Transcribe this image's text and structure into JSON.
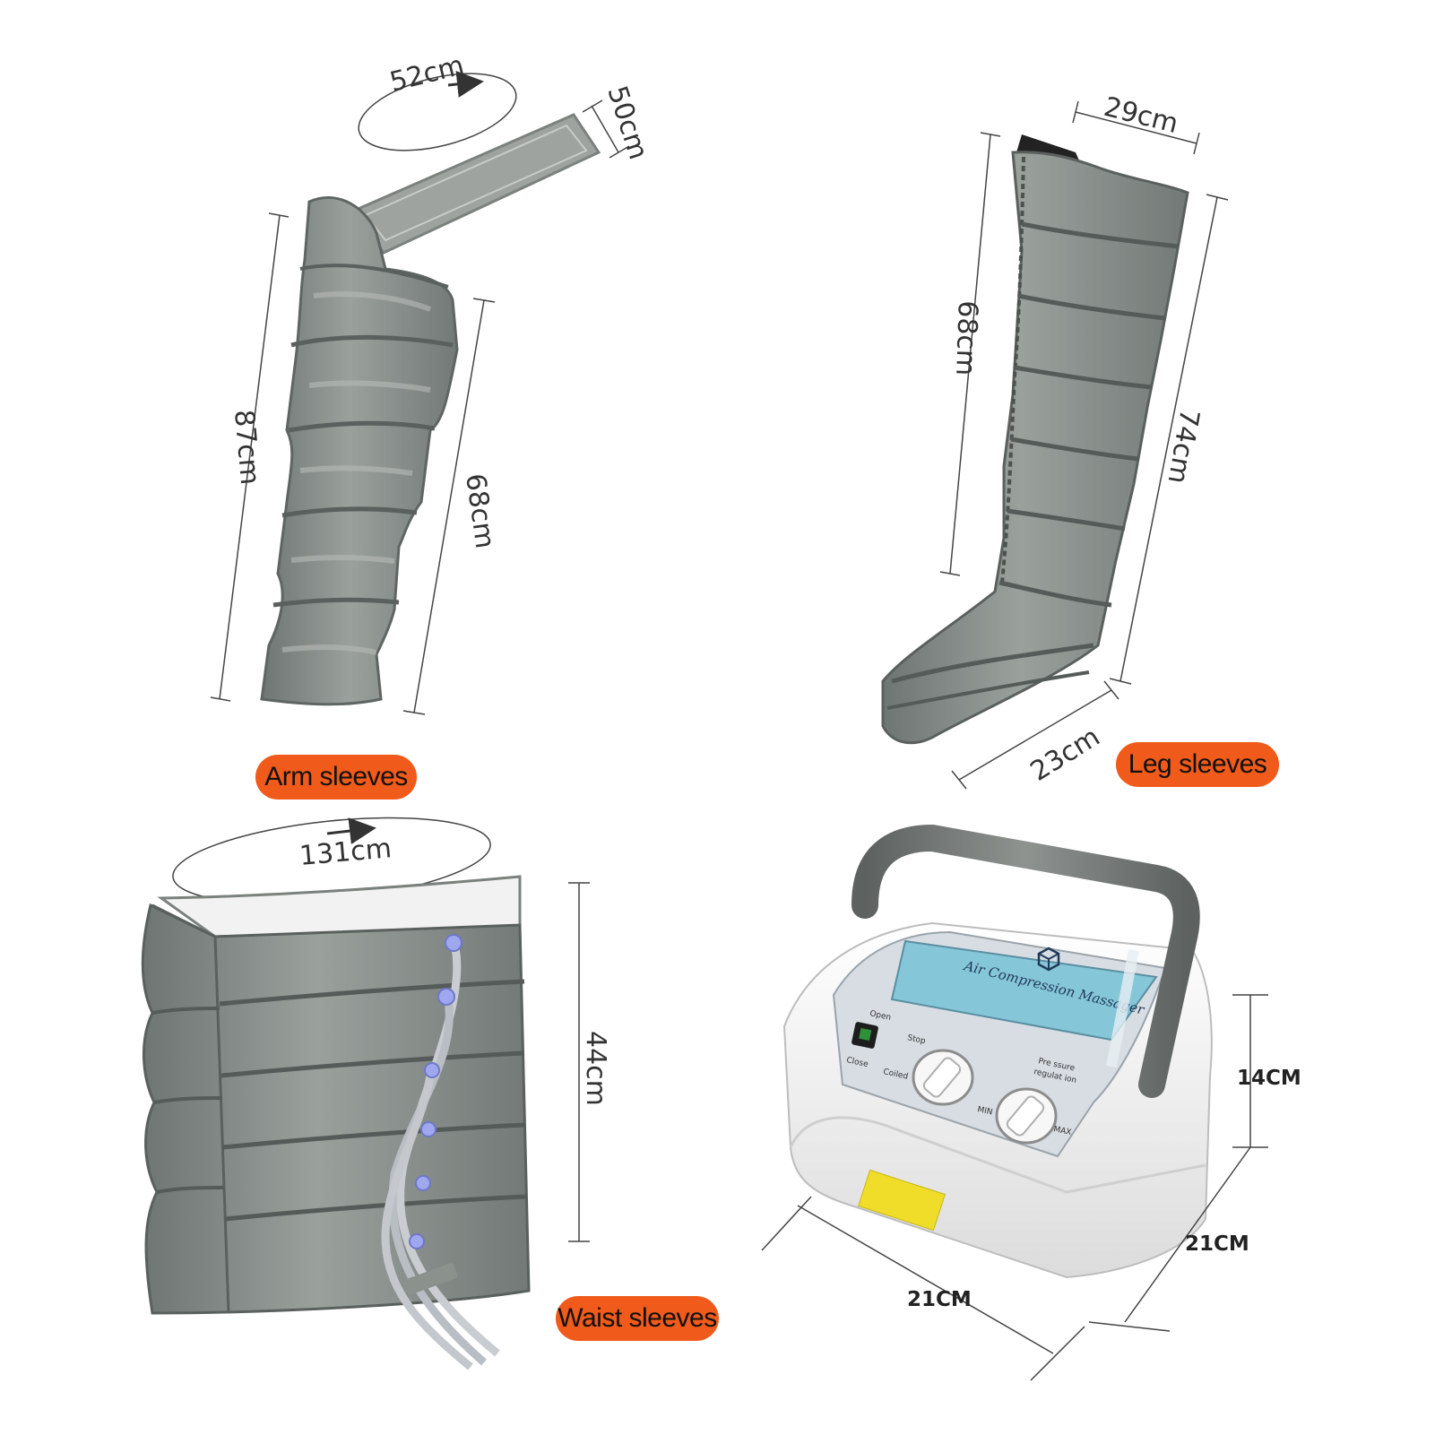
{
  "labels": {
    "arm": "Arm sleeves",
    "leg": "Leg sleeves",
    "waist": "Waist sleeves"
  },
  "arm_dims": {
    "circumference": "52cm",
    "strap": "50cm",
    "total_length": "87cm",
    "sleeve_length": "68cm"
  },
  "leg_dims": {
    "top_width": "29cm",
    "inner_length": "68cm",
    "outer_length": "74cm",
    "foot_width": "23cm"
  },
  "waist_dims": {
    "circumference": "131cm",
    "height": "44cm"
  },
  "device_dims": {
    "height": "14CM",
    "depth": "21CM",
    "width": "21CM"
  },
  "device_panel": {
    "title": "Air Compression Massager",
    "open": "Open",
    "close": "Close",
    "stop": "Stop",
    "coiled": "Coiled",
    "pressure": "Pre ssure",
    "regulation": "regulat ion",
    "min": "MIN",
    "max": "MAX"
  },
  "colors": {
    "label_bg": "#f05a1a",
    "sleeve": "#8b918d",
    "device_body": "#f4f4f2",
    "panel_screen": "#86c6d9"
  }
}
